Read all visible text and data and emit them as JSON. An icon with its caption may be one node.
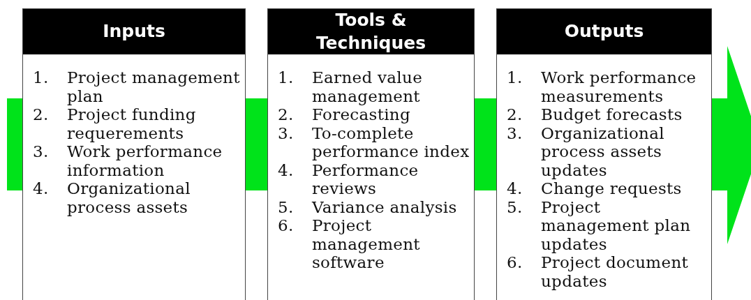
{
  "diagram": {
    "nodes": [
      {
        "text": [
          "Inputs",
          "1. Project management plan",
          "2. Project funding requerements",
          "3. Work performance information",
          "4. Organizational process assets"
        ]
      },
      {
        "text": [
          "Tools & Techniques",
          "1. Earned value management",
          "2. Forecasting",
          "3. To-complete performance index",
          "4. Performance reviews",
          "5. Variance analysis",
          "6. Project management software"
        ]
      },
      {
        "text": [
          "Outputs",
          "1. Work performance measurements",
          "2. Budget forecasts",
          "3. Organizational process assets updates",
          "4. Change requests",
          "5. Project management plan updates",
          "6. Project document updates"
        ]
      }
    ],
    "edges": [
      {
        "from": null,
        "to": 0,
        "arrow": "none"
      },
      {
        "from": 0,
        "to": 1,
        "arrow": "none"
      },
      {
        "from": 1,
        "to": 2,
        "arrow": "none"
      },
      {
        "from": 2,
        "to": null,
        "arrow": "to"
      }
    ]
  }
}
